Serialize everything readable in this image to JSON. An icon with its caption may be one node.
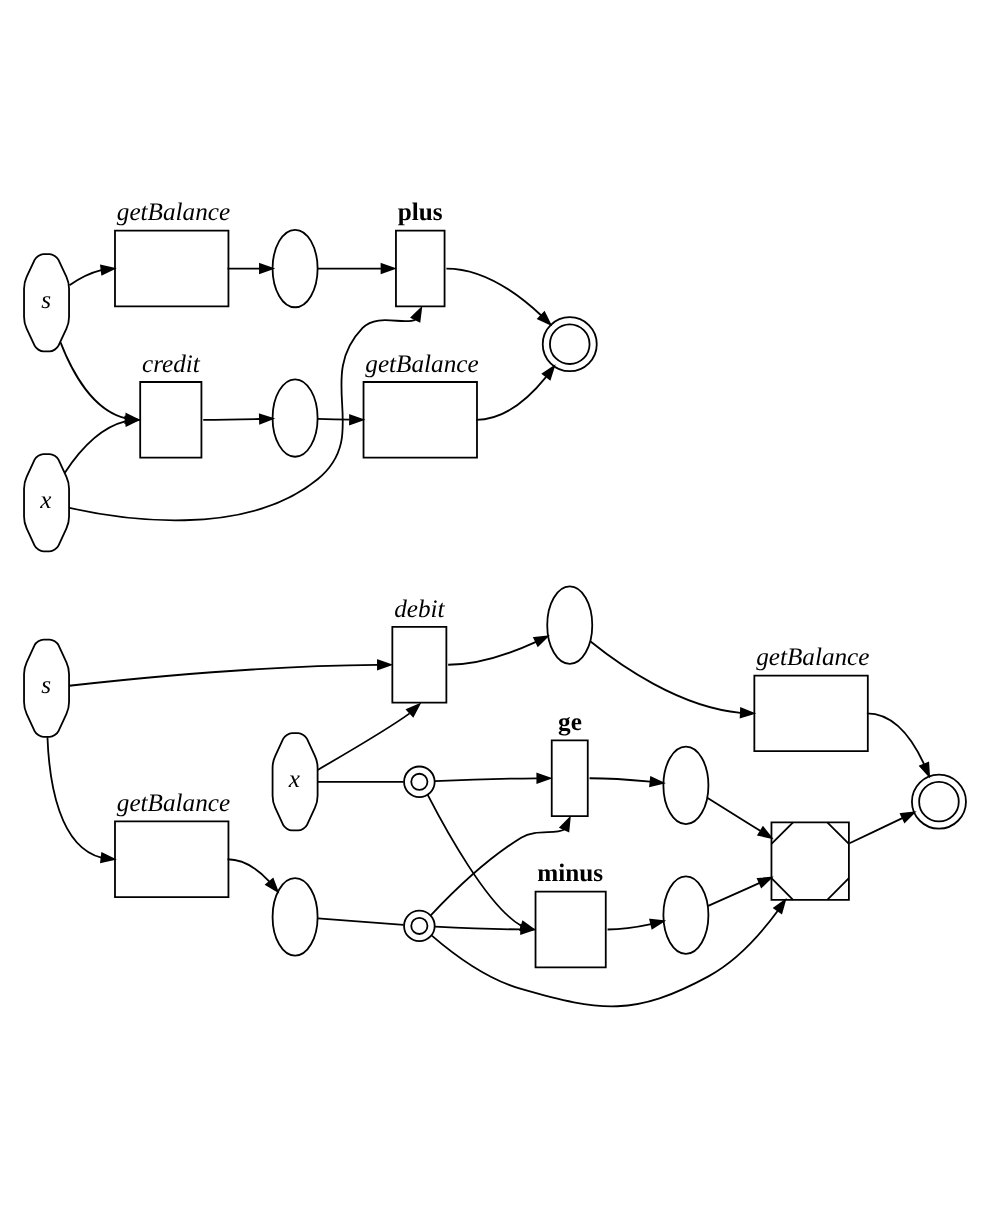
{
  "diagram": {
    "nodes": [
      {
        "text": [
          "s"
        ]
      },
      {
        "text": [
          "x"
        ]
      },
      {
        "text": [
          "debit"
        ]
      },
      {
        "text": [],
        "shape": "ellipse"
      },
      {
        "text": [
          "getBalance"
        ]
      },
      {
        "text": [
          "getBalance"
        ]
      },
      {
        "text": [],
        "shape": "ellipse"
      },
      {
        "text": [],
        "shape": "circle"
      },
      {
        "text": [
          "ge"
        ]
      },
      {
        "text": [],
        "shape": "ellipse"
      },
      {
        "text": [],
        "shape": "circle"
      },
      {
        "text": [
          "minus"
        ]
      },
      {
        "text": [],
        "shape": "ellipse"
      },
      {
        "text": [],
        "shape": "box"
      },
      {
        "text": [],
        "shape": "circle"
      },
      {
        "text": [
          "s"
        ]
      },
      {
        "text": [
          "x"
        ]
      },
      {
        "text": [
          "credit"
        ]
      },
      {
        "text": [],
        "shape": "ellipse"
      },
      {
        "text": [
          "getBalance"
        ]
      },
      {
        "text": [
          "getBalance"
        ]
      },
      {
        "text": [],
        "shape": "ellipse"
      },
      {
        "text": [
          "plus"
        ]
      },
      {
        "text": [],
        "shape": "circle"
      }
    ],
    "edges": [
      {
        "from": 0,
        "to": 2,
        "arrow": "to"
      },
      {
        "from": 1,
        "to": 2,
        "arrow": "to"
      },
      {
        "from": 0,
        "to": 5,
        "arrow": "to"
      },
      {
        "from": 2,
        "to": 3,
        "arrow": "to"
      },
      {
        "from": 3,
        "to": 4,
        "arrow": "to"
      },
      {
        "from": 4,
        "to": 14,
        "arrow": "to"
      },
      {
        "from": 5,
        "to": 6,
        "arrow": "to"
      },
      {
        "from": 6,
        "to": 7,
        "arrow": "none"
      },
      {
        "from": 7,
        "to": 8,
        "arrow": "to"
      },
      {
        "from": 7,
        "to": 11,
        "arrow": "to"
      },
      {
        "from": 7,
        "to": 13,
        "arrow": "to"
      },
      {
        "from": 1,
        "to": 10,
        "arrow": "none"
      },
      {
        "from": 10,
        "to": 8,
        "arrow": "to"
      },
      {
        "from": 10,
        "to": 11,
        "arrow": "to"
      },
      {
        "from": 8,
        "to": 9,
        "arrow": "to"
      },
      {
        "from": 9,
        "to": 13,
        "arrow": "to"
      },
      {
        "from": 11,
        "to": 12,
        "arrow": "to"
      },
      {
        "from": 12,
        "to": 13,
        "arrow": "to"
      },
      {
        "from": 13,
        "to": 14,
        "arrow": "to"
      },
      {
        "from": 15,
        "to": 17,
        "arrow": "to"
      },
      {
        "from": 16,
        "to": 17,
        "arrow": "to"
      },
      {
        "from": 15,
        "to": 20,
        "arrow": "to"
      },
      {
        "from": 17,
        "to": 18,
        "arrow": "to"
      },
      {
        "from": 18,
        "to": 19,
        "arrow": "to"
      },
      {
        "from": 19,
        "to": 23,
        "arrow": "to"
      },
      {
        "from": 20,
        "to": 21,
        "arrow": "to"
      },
      {
        "from": 21,
        "to": 22,
        "arrow": "to"
      },
      {
        "from": 16,
        "to": 22,
        "arrow": "to"
      },
      {
        "from": 22,
        "to": 23,
        "arrow": "to"
      }
    ]
  }
}
